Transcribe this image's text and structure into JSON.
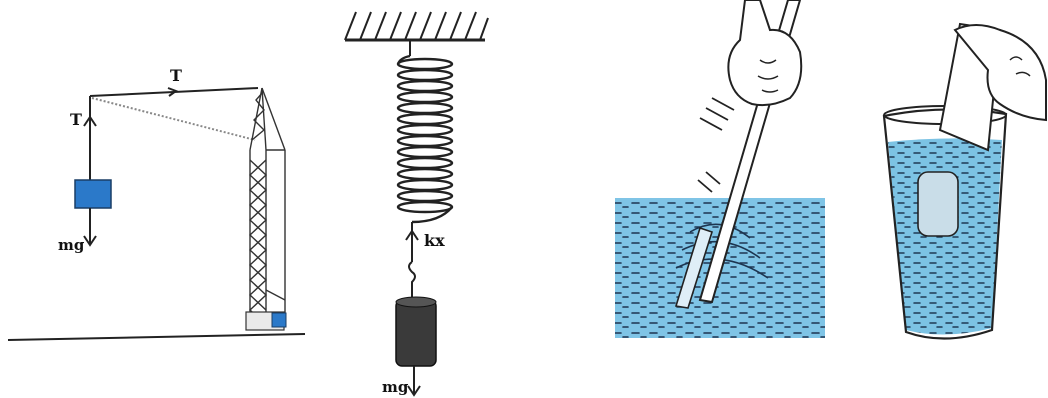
{
  "panels": [
    {
      "id": "crane",
      "labels": {
        "tension_top": "T",
        "tension_left": "T",
        "weight": "mg"
      },
      "colors": {
        "block": "#2b79c9",
        "line": "#222222"
      }
    },
    {
      "id": "spring",
      "labels": {
        "spring_force": "kx",
        "weight": "mg"
      },
      "colors": {
        "mass": "#3a3a3a",
        "line": "#222222"
      }
    },
    {
      "id": "stick-in-water",
      "colors": {
        "water": "#7fc4e6",
        "stick": "#ffffff"
      }
    },
    {
      "id": "finger-in-glass",
      "colors": {
        "water": "#7cc3e4",
        "glass": "#ffffff"
      }
    }
  ]
}
